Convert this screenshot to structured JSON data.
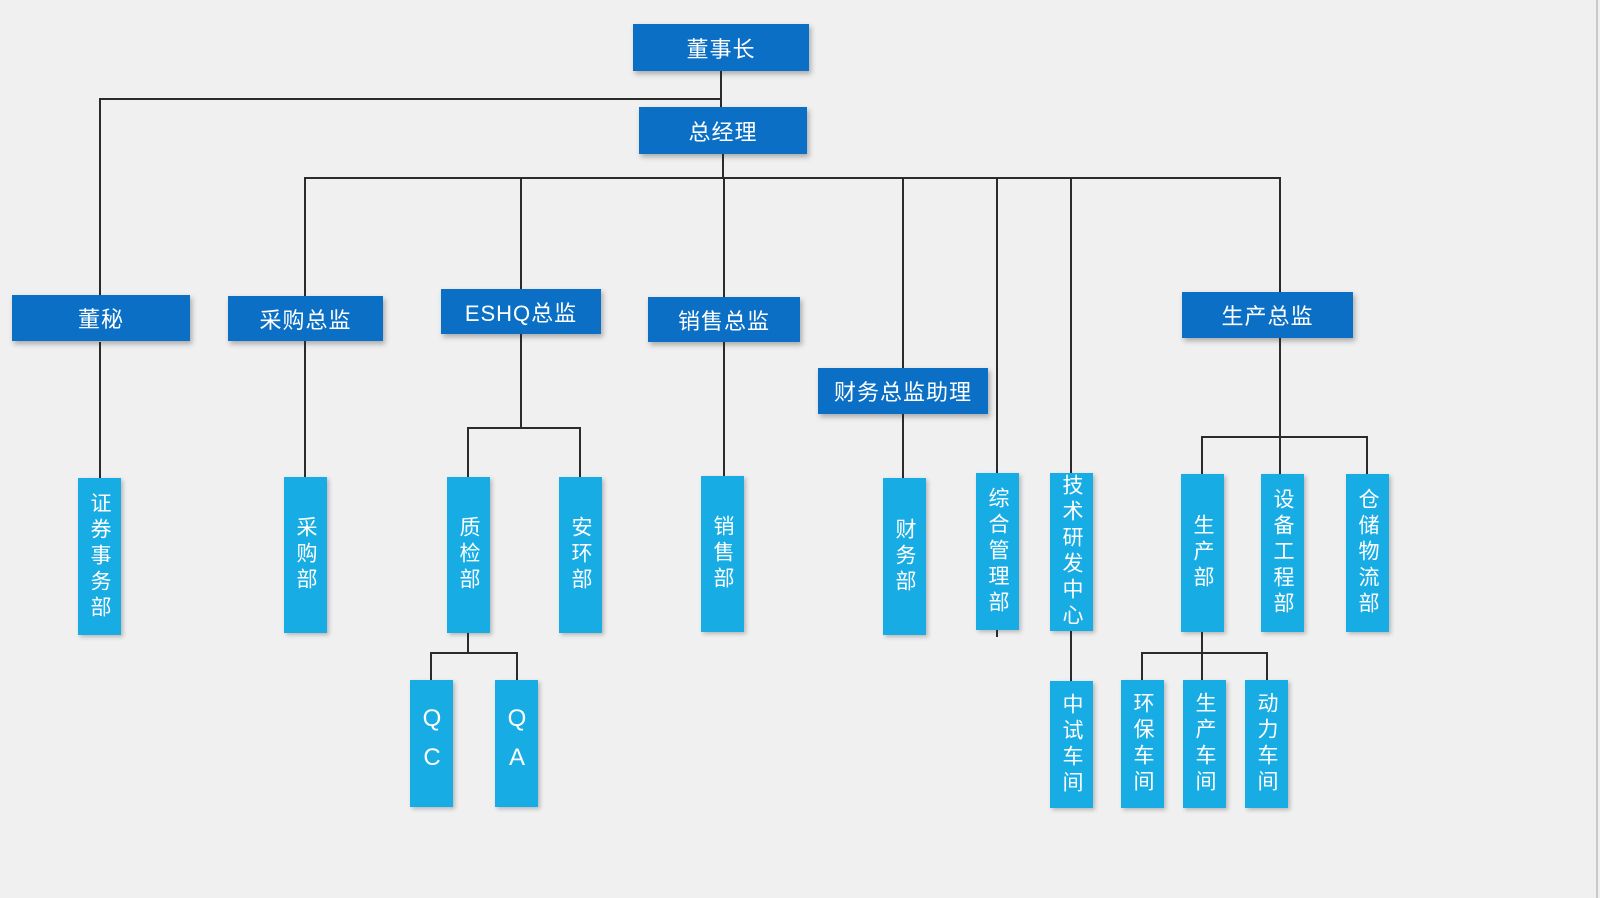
{
  "org": {
    "colors": {
      "primary": "#0b70c5",
      "secondary": "#17ade4",
      "line": "#2b2b2b",
      "background": "#f0f0f1"
    },
    "nodes": {
      "chairman": "董事长",
      "general_manager": "总经理",
      "board_secretary": "董秘",
      "procurement_director": "采购总监",
      "eshq_director": "ESHQ总监",
      "sales_director": "销售总监",
      "finance_director_assistant": "财务总监助理",
      "production_director": "生产总监",
      "securities_affairs_dept": "证券事务部",
      "procurement_dept": "采购部",
      "quality_inspection_dept": "质检部",
      "safety_environment_dept": "安环部",
      "sales_dept": "销售部",
      "finance_dept": "财务部",
      "general_admin_dept": "综合管理部",
      "tech_rd_center": "技术研发中心",
      "production_dept": "生产部",
      "equipment_engineering_dept": "设备工程部",
      "warehouse_logistics_dept": "仓储物流部",
      "qc_dept": "QC",
      "qa_dept": "QA",
      "pilot_workshop": "中试车间",
      "env_protection_workshop": "环保车间",
      "production_workshop": "生产车间",
      "power_workshop": "动力车间"
    }
  }
}
